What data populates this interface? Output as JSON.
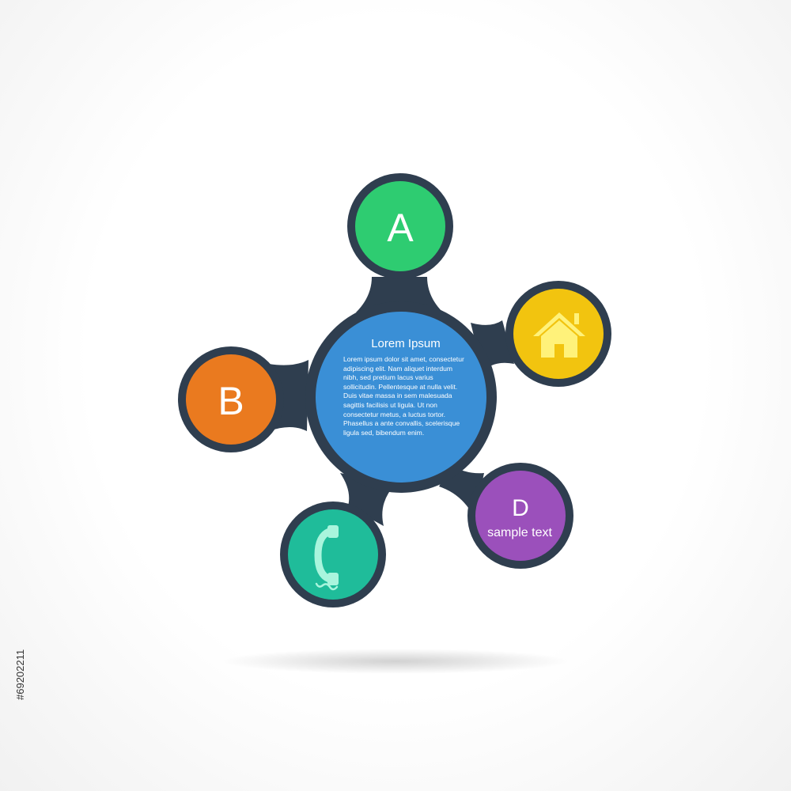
{
  "center": {
    "title": "Lorem Ipsum",
    "body": "Lorem ipsum dolor sit amet, consectetur adipiscing elit. Nam aliquet interdum nibh, sed pretium lacus varius sollicitudin. Pellentesque at nulla velit. Duis vitae massa in sem malesuada sagittis facilisis ut ligula. Ut non consectetur metus, a luctus tortor. Phasellus a ante convallis, scelerisque ligula sed, bibendum enim.",
    "color": "#3a8fd6"
  },
  "nodes": {
    "a": {
      "label": "A",
      "color": "#2ecc71"
    },
    "b": {
      "label": "B",
      "color": "#ea7a1f"
    },
    "c": {
      "icon": "phone-icon",
      "color": "#1fbc9a"
    },
    "d": {
      "label": "D",
      "caption": "sample text",
      "color": "#9b50bb"
    },
    "home": {
      "icon": "house-icon",
      "color": "#f2c40f"
    }
  },
  "frame_color": "#2f3e4f",
  "stock_id": "#69202211"
}
